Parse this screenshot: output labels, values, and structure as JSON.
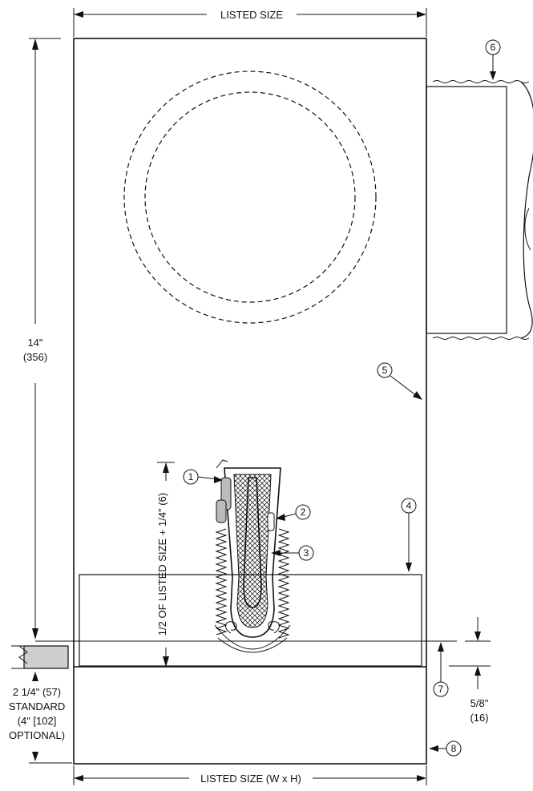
{
  "dimensions": {
    "top_width": "LISTED SIZE",
    "bottom_width": "LISTED SIZE (W x H)",
    "height_in": "14\"",
    "height_mm": "(356)",
    "element_center": "1/2 OF LISTED SIZE + 1/4\" (6)",
    "collar_line1": "2 1/4\" (57)",
    "collar_line2": "STANDARD",
    "collar_line3": "(4\" [102]",
    "collar_line4": "OPTIONAL)",
    "offset_in": "5/8\"",
    "offset_mm": "(16)"
  },
  "callouts": [
    "1",
    "2",
    "3",
    "4",
    "5",
    "6",
    "7",
    "8"
  ]
}
